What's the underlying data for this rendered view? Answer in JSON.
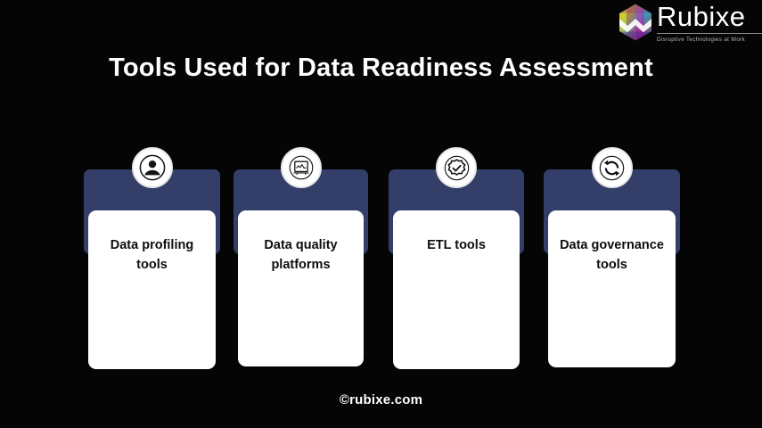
{
  "brand": {
    "logo_icon": "rubixe-hexagon-logo",
    "name": "Rubixe",
    "tagline": "Disruptive Technologies at Work",
    "hex_colors": [
      "#e8402a",
      "#f47b20",
      "#f9d423",
      "#8cc63f",
      "#2bb673",
      "#27aae1",
      "#2e3192",
      "#92278f",
      "#ec008c"
    ]
  },
  "slide": {
    "title": "Tools Used for Data Readiness Assessment",
    "background_color": "#050505",
    "title_color": "#ffffff",
    "bar_color": "#333f69",
    "card_color": "#ffffff"
  },
  "cards": [
    {
      "icon": "user-person-icon",
      "label": "Data profiling tools"
    },
    {
      "icon": "monitor-chart-icon",
      "label": "Data quality platforms"
    },
    {
      "icon": "verified-check-icon",
      "label": "ETL tools"
    },
    {
      "icon": "refresh-sync-icon",
      "label": "Data governance tools"
    }
  ],
  "footer": {
    "text": "©rubixe.com"
  }
}
